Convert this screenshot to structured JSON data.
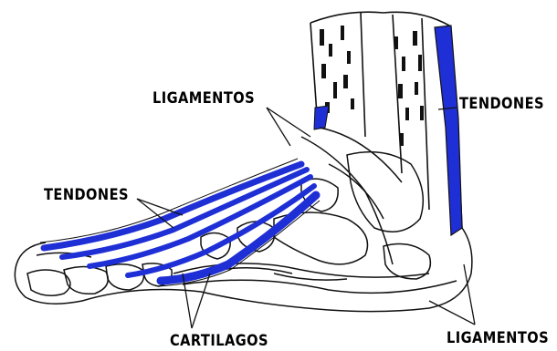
{
  "labels": {
    "ligamentos_top": "LIGAMENTOS",
    "tendones_right": "TENDONES",
    "tendones_left": "TENDONES",
    "cartilagos": "CARTILAGOS",
    "ligamentos_bottom": "LIGAMENTOS"
  },
  "colors": {
    "tendon": "#1f2fd6",
    "line": "#111111",
    "background": "#ffffff"
  }
}
